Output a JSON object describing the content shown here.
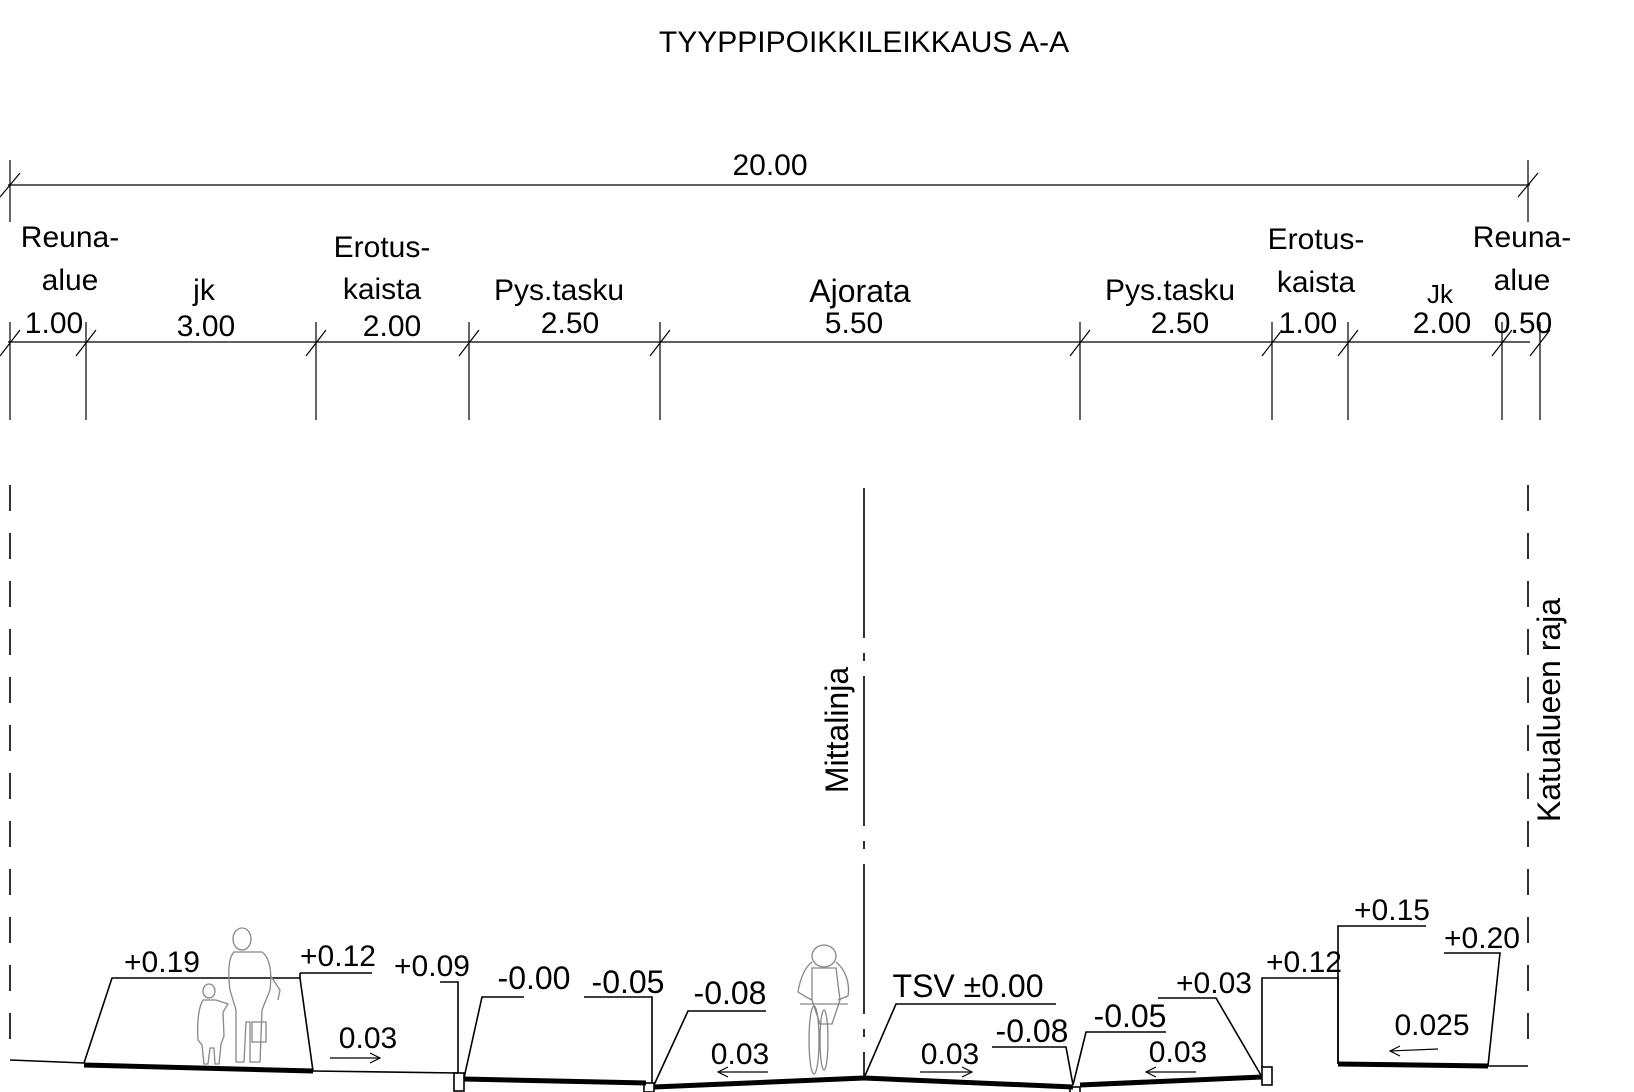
{
  "title": "TYYPPIPOIKKILEIKKAUS A-A",
  "total_width": "20.00",
  "sections": [
    {
      "label": [
        "Reuna-",
        "alue"
      ],
      "width": "1.00"
    },
    {
      "label": [
        "jk"
      ],
      "width": "3.00"
    },
    {
      "label": [
        "Erotus-",
        "kaista"
      ],
      "width": "2.00"
    },
    {
      "label": [
        "Pys.tasku"
      ],
      "width": "2.50"
    },
    {
      "label": [
        "Ajorata"
      ],
      "width": "5.50"
    },
    {
      "label": [
        "Pys.tasku"
      ],
      "width": "2.50"
    },
    {
      "label": [
        "Erotus-",
        "kaista"
      ],
      "width": "1.00"
    },
    {
      "label": [
        "Jk"
      ],
      "width": "2.00"
    },
    {
      "label": [
        "Reuna-",
        "alue"
      ],
      "width": "0.50"
    }
  ],
  "vertical_labels": {
    "centerline": "Mittalinja",
    "boundary": "Katualueen raja"
  },
  "elevations": [
    "+0.19",
    "+0.12",
    "+0.09",
    "-0.00",
    "-0.05",
    "-0.08",
    "TSV ±0.00",
    "-0.08",
    "-0.05",
    "+0.03",
    "+0.12",
    "+0.15",
    "+0.20"
  ],
  "slopes": [
    "0.03",
    "0.03",
    "0.03",
    "0.03",
    "0.025"
  ],
  "figures": [
    "pedestrian-adult-child-icon",
    "cyclist-icon"
  ]
}
